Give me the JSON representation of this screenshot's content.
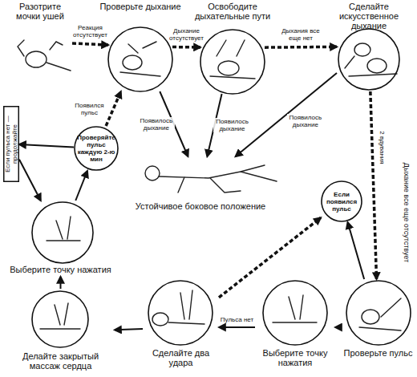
{
  "diagram": {
    "nodes": [
      {
        "text": [
          "Разотрите мочки ушей"
        ]
      },
      {
        "text": [
          "Проверьте дыхание"
        ]
      },
      {
        "text": [
          "Освободите дыхательные пути"
        ]
      },
      {
        "text": [
          "Сделайте искусственное дыхание"
        ]
      },
      {
        "text": [
          "Проверяйте пульс каждую 2-ю мин"
        ]
      },
      {
        "text": [
          "Если пульса нет — продолжайте"
        ]
      },
      {
        "text": [
          "Если появился пульс"
        ]
      },
      {
        "text": [
          "Устойчивое боковое положение"
        ]
      },
      {
        "text": [
          "Выберите точку нажатия"
        ]
      },
      {
        "text": [
          "Делайте закрытый массаж сердца"
        ]
      },
      {
        "text": [
          "Сделайте два удара"
        ]
      },
      {
        "text": [
          "Выберите точку нажатия"
        ]
      },
      {
        "text": [
          "Проверьте пульс"
        ]
      }
    ],
    "edges": [
      {
        "from": 0,
        "to": 1,
        "arrow": "to",
        "label": "Реакция отсутствует"
      },
      {
        "from": 1,
        "to": 2,
        "arrow": "to",
        "label": "Дыхание отсутствует"
      },
      {
        "from": 2,
        "to": 3,
        "arrow": "to",
        "label": "Дыхания все еще нет"
      },
      {
        "from": 1,
        "to": 7,
        "arrow": "to",
        "label": "Появилось дыхание"
      },
      {
        "from": 2,
        "to": 7,
        "arrow": "to",
        "label": "Появилось дыхание"
      },
      {
        "from": 3,
        "to": 7,
        "arrow": "to",
        "label": "Появилось дыхание"
      },
      {
        "from": 4,
        "to": 1,
        "arrow": "to",
        "label": "Появился пульс"
      },
      {
        "from": 3,
        "to": 12,
        "arrow": "to",
        "label": "2 вдувания"
      },
      {
        "from": 12,
        "to": 6,
        "arrow": "to"
      },
      {
        "from": 10,
        "to": 6,
        "arrow": "to"
      },
      {
        "from": 12,
        "to": 11,
        "arrow": "to"
      },
      {
        "from": 11,
        "to": 10,
        "arrow": "to",
        "label": "Пульса нет"
      },
      {
        "from": 10,
        "to": 9,
        "arrow": "to"
      },
      {
        "from": 9,
        "to": 8,
        "arrow": "to"
      },
      {
        "from": 8,
        "to": 4,
        "arrow": "to"
      },
      {
        "from": 4,
        "to": 5,
        "arrow": "to"
      },
      {
        "from": 5,
        "to": 8,
        "arrow": "to"
      }
    ],
    "labels": [
      "Дыхание все еще отсутствует"
    ]
  }
}
